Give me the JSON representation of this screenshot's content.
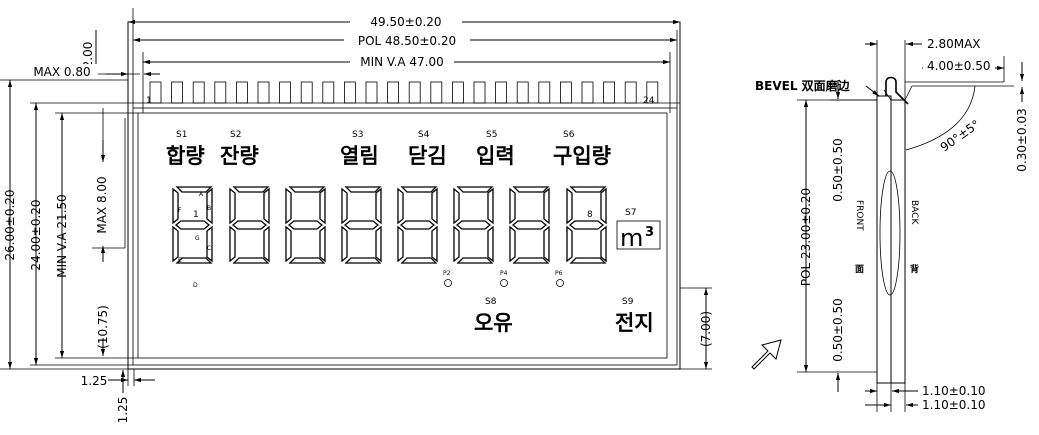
{
  "dimensions": {
    "total_width": "49.50±0.20",
    "pol_width": "POL 48.50±0.20",
    "view_area_width": "MIN V.A 47.00",
    "top_2_00": "2.00",
    "max_0_80": "MAX 0.80",
    "total_height": "26.00±0.20",
    "height_24": "24.00±0.20",
    "view_area_height": "MIN V.A 21.50",
    "max_8_00": "MAX 8.00",
    "dim_10_75": "(10.75)",
    "dim_7_00": "(7.00)",
    "bottom_1_25_h": "1.25",
    "bottom_1_25_v": "1.25"
  },
  "pins": {
    "first": "1",
    "last": "24"
  },
  "segment_labels": [
    "S1",
    "S2",
    "S3",
    "S4",
    "S5",
    "S6",
    "S7",
    "S8",
    "S9"
  ],
  "korean_labels": {
    "s1": "합량",
    "s2": "잔량",
    "s3": "열림",
    "s4": "닫김",
    "s5": "입력",
    "s6": "구입량",
    "s8": "오유",
    "s9": "전지"
  },
  "unit": {
    "m": "m",
    "sup": "3"
  },
  "digit_letters": [
    "A",
    "B",
    "C",
    "D",
    "E",
    "F",
    "G"
  ],
  "digit_one_label": "1",
  "digit_eight_label": "8",
  "point_labels": [
    "P2",
    "P4",
    "P6"
  ],
  "side_view": {
    "bevel": "BEVEL 双面磨边",
    "max_2_80": "2.80MAX",
    "dim_4_00": "4.00±0.50",
    "angle": "90°±5°",
    "dim_0_30": "0.30±0.03",
    "front": "FRONT",
    "back": "BACK",
    "front_cn": "面",
    "back_cn": "背",
    "pol_height": "POL 23.00±0.20",
    "upper_050": "0.50±0.50",
    "lower_050": "0.50±0.50",
    "dim_110_a": "1.10±0.10",
    "dim_110_b": "1.10±0.10"
  }
}
